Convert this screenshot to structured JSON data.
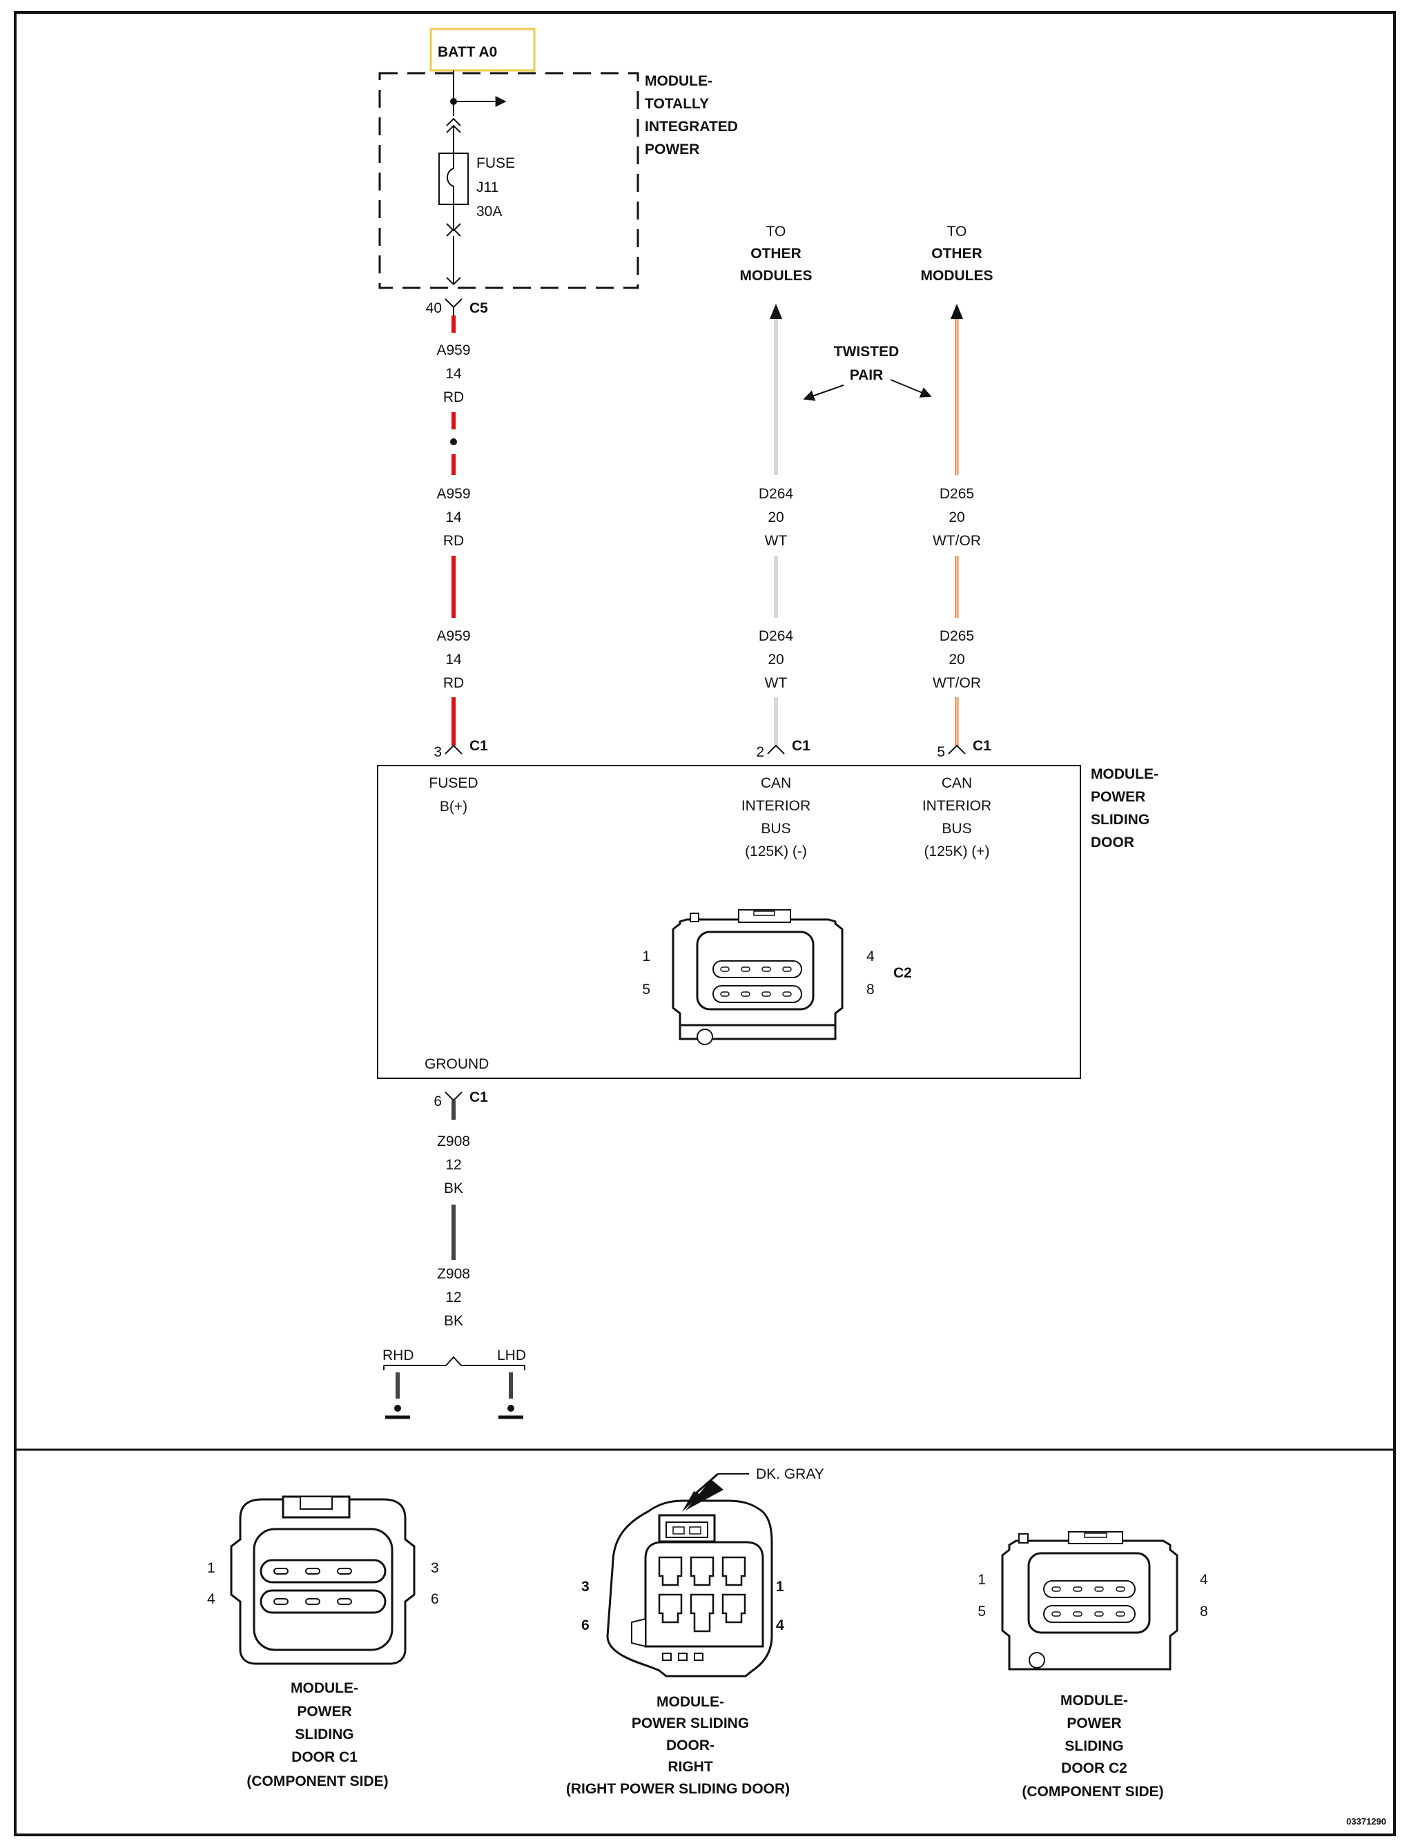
{
  "colors": {
    "red_wire": "#e01010",
    "white_wire": "#d8d8d8",
    "orange_wire": "#e87b3a",
    "black_wire": "#444444",
    "batt_box": "#f2c94c"
  },
  "batt": {
    "label": "BATT A0"
  },
  "tipm": {
    "name_lines": [
      "MODULE-",
      "TOTALLY",
      "INTEGRATED",
      "POWER"
    ],
    "fuse_lines": [
      "FUSE",
      "J11",
      "30A"
    ]
  },
  "c5": {
    "pin": "40",
    "label": "C5"
  },
  "wire_a959": {
    "lines": [
      "A959",
      "14",
      "RD"
    ]
  },
  "to_other": {
    "lines": [
      "TO",
      "OTHER",
      "MODULES"
    ]
  },
  "twisted_pair": {
    "lines": [
      "TWISTED",
      "PAIR"
    ]
  },
  "wire_d264": {
    "lines": [
      "D264",
      "20",
      "WT"
    ]
  },
  "wire_d265": {
    "lines": [
      "D265",
      "20",
      "WT/OR"
    ]
  },
  "c1": {
    "label": "C1",
    "pin_fused": "3",
    "pin_can_minus": "2",
    "pin_can_plus": "5",
    "pin_ground": "6"
  },
  "psd_module": {
    "name_lines": [
      "MODULE-",
      "POWER",
      "SLIDING",
      "DOOR"
    ],
    "fused_lines": [
      "FUSED",
      "B(+)"
    ],
    "can_minus_lines": [
      "CAN",
      "INTERIOR",
      "BUS",
      "(125K) (-)"
    ],
    "can_plus_lines": [
      "CAN",
      "INTERIOR",
      "BUS",
      "(125K) (+)"
    ],
    "ground_label": "GROUND",
    "c2_label": "C2",
    "c2_pins": [
      "1",
      "5",
      "4",
      "8"
    ]
  },
  "wire_z908": {
    "lines": [
      "Z908",
      "12",
      "BK"
    ]
  },
  "ground_split": {
    "left": "RHD",
    "right": "LHD"
  },
  "views": {
    "c1_view": {
      "pins": [
        "1",
        "4",
        "3",
        "6"
      ],
      "caption_lines": [
        "MODULE-",
        "POWER",
        "SLIDING",
        "DOOR C1",
        "(COMPONENT SIDE)"
      ]
    },
    "right_view": {
      "color_note": "DK. GRAY",
      "pins": [
        "3",
        "6",
        "1",
        "4"
      ],
      "caption_lines": [
        "MODULE-",
        "POWER SLIDING",
        "DOOR-",
        "RIGHT",
        "(RIGHT POWER SLIDING DOOR)"
      ]
    },
    "c2_view": {
      "pins": [
        "1",
        "5",
        "4",
        "8"
      ],
      "caption_lines": [
        "MODULE-",
        "POWER",
        "SLIDING",
        "DOOR C2",
        "(COMPONENT SIDE)"
      ]
    }
  },
  "figure_id": "03371290"
}
